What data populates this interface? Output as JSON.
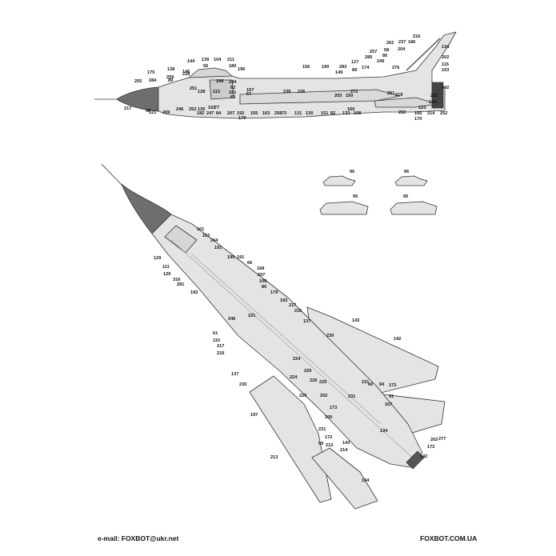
{
  "footer": {
    "email": "e-mail: FOXBOT@ukr.net",
    "site": "FOXBOT.COM.UA"
  },
  "colors": {
    "fill": "#e4e4e4",
    "nose": "#6e6e6e",
    "line": "#333333",
    "text": "#111111"
  },
  "side_view_labels": [
    "216",
    "262",
    "237",
    "186",
    "134",
    "257",
    "58",
    "204",
    "202",
    "285",
    "80",
    "249",
    "115",
    "127",
    "276",
    "103",
    "144",
    "139",
    "104",
    "211",
    "156",
    "190",
    "283",
    "89",
    "175",
    "138",
    "146",
    "56",
    "180",
    "196",
    "149",
    "174",
    "242",
    "228",
    "268",
    "244",
    "157",
    "67",
    "238",
    "236",
    "232",
    "255",
    "284",
    "89",
    "251",
    "128",
    "113",
    "181",
    "63",
    "203",
    "150",
    "272",
    "261",
    "219",
    "124",
    "259",
    "62",
    "217",
    "121",
    "209",
    "246",
    "253",
    "135",
    "182",
    "247",
    "84",
    "207",
    "102",
    "77",
    "192",
    "179",
    "155",
    "163",
    "258",
    "73",
    "131",
    "130",
    "151",
    "82",
    "133",
    "108",
    "160",
    "202",
    "155",
    "214",
    "252",
    "170",
    "123",
    "98"
  ],
  "top_view_labels": [
    "101",
    "152",
    "264",
    "191",
    "129",
    "111",
    "129",
    "316",
    "281",
    "192",
    "195",
    "191",
    "66",
    "168",
    "207",
    "108",
    "80",
    "179",
    "193",
    "217",
    "216",
    "137",
    "230",
    "143",
    "142",
    "246",
    "221",
    "61",
    "110",
    "217",
    "216",
    "224",
    "229",
    "137",
    "230",
    "224",
    "226",
    "225",
    "231",
    "60",
    "94",
    "173",
    "225",
    "202",
    "231",
    "91",
    "167",
    "173",
    "200",
    "231",
    "172",
    "59",
    "213",
    "134",
    "202",
    "172",
    "277",
    "214",
    "143",
    "142",
    "197",
    "213",
    "134"
  ],
  "detail_labels": [
    "96",
    "96",
    "95",
    "95"
  ]
}
